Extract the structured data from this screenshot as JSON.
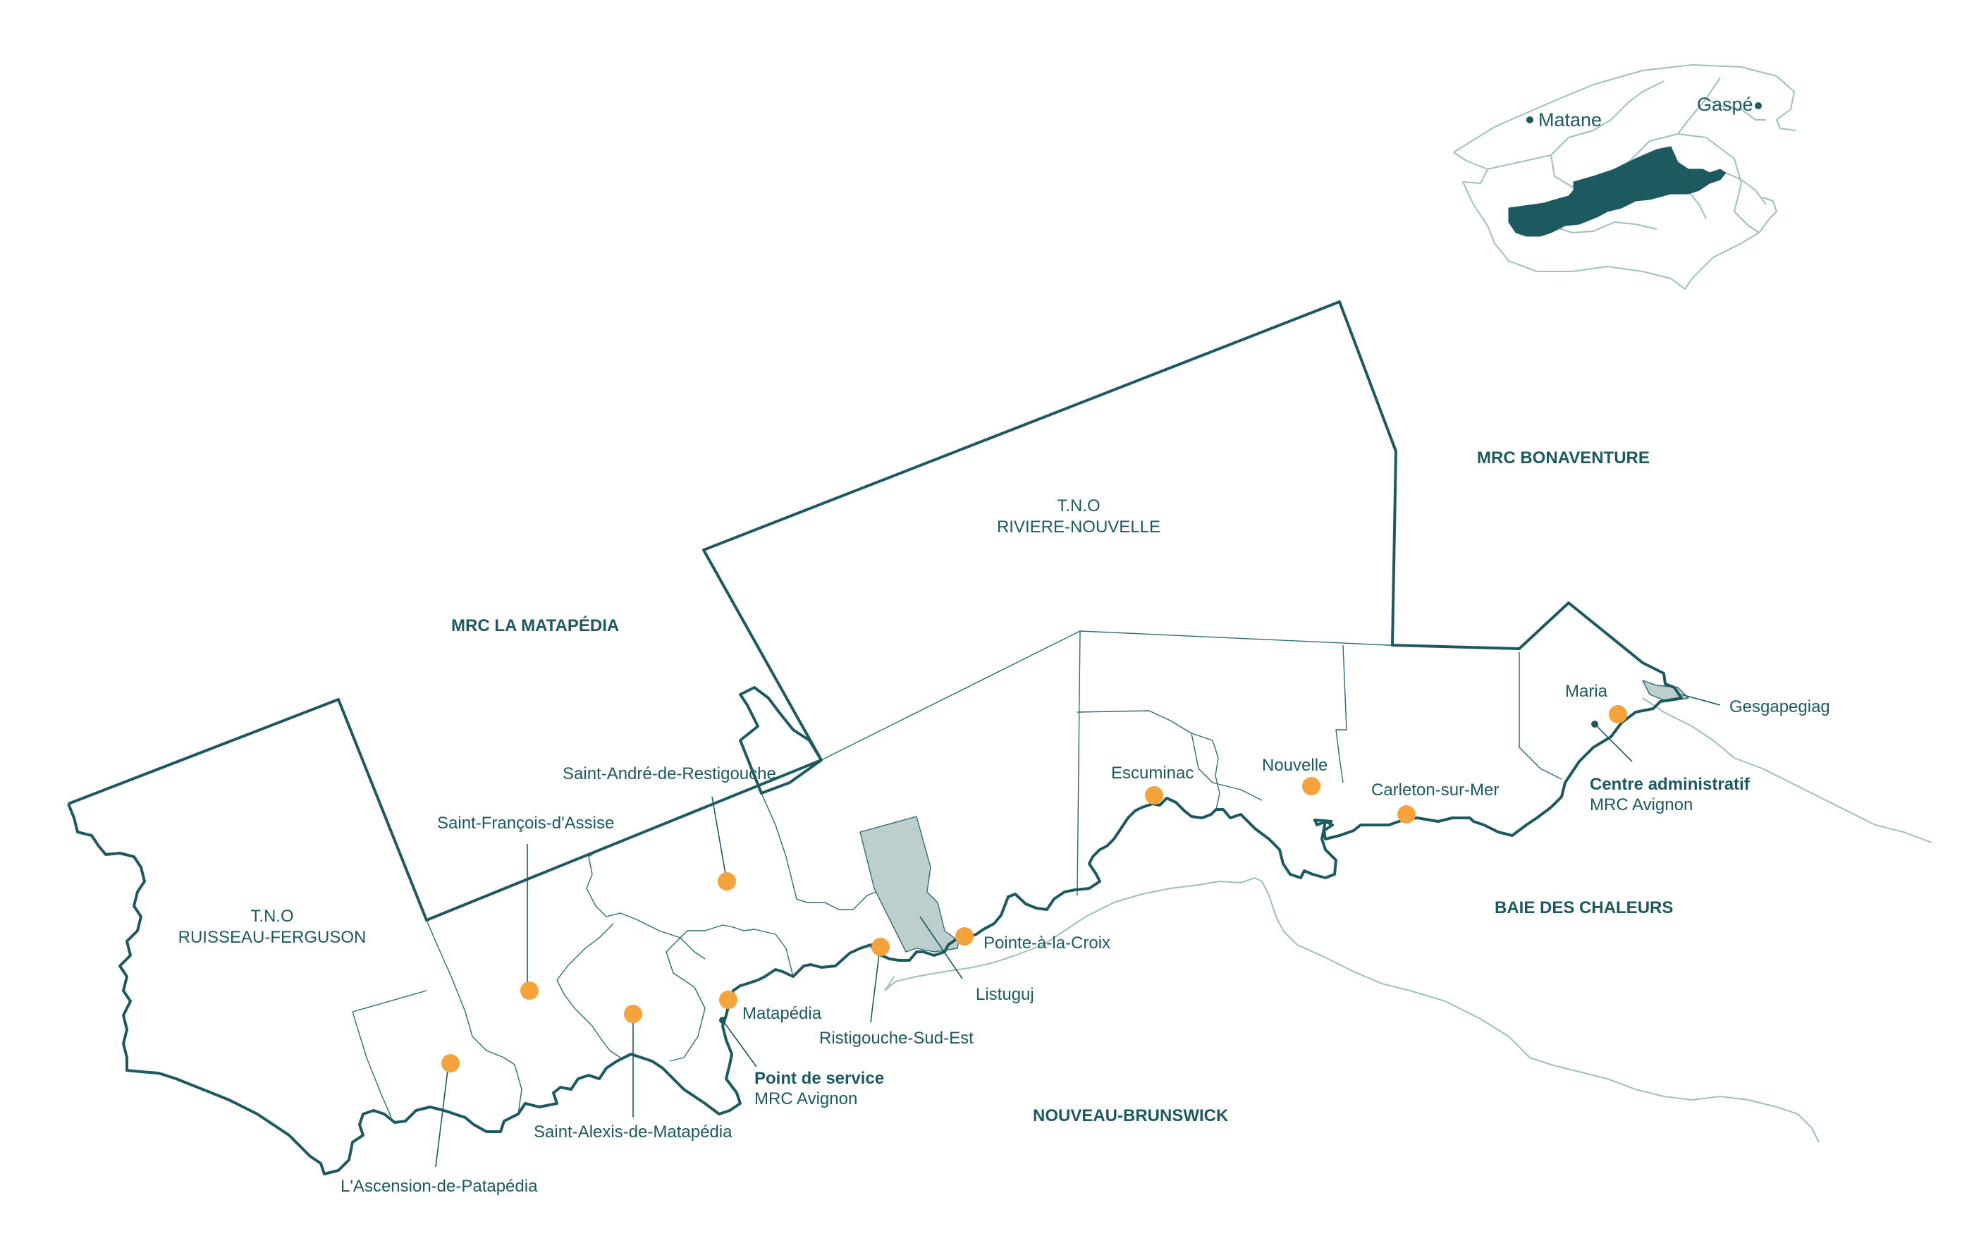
{
  "colors": {
    "boundary": "#1c5a5f",
    "thin_boundary": "#2e6d70",
    "coast": "#9dc0bc",
    "reserve_fill": "#bccfce",
    "municipality_dot": "#f6a33b",
    "inset_highlight": "#1c5a5f",
    "text": "#1c5a5f"
  },
  "regions": {
    "mrc_la_matapedia": "MRC LA MATAPÉDIA",
    "mrc_bonaventure": "MRC BONAVENTURE",
    "baie_des_chaleurs": "BAIE DES CHALEURS",
    "nouveau_brunswick": "NOUVEAU-BRUNSWICK"
  },
  "tno": {
    "riviere_nouvelle": [
      "T.N.O",
      "RIVIERE-NOUVELLE"
    ],
    "ruisseau_ferguson": [
      "T.N.O",
      "RUISSEAU-FERGUSON"
    ]
  },
  "municipalities": {
    "saint_andre": "Saint-André-de-Restigouche",
    "saint_francois": "Saint-François-d'Assise",
    "l_ascension": "L'Ascension-de-Patapédia",
    "saint_alexis": "Saint-Alexis-de-Matapédia",
    "matapedia": "Matapédia",
    "ristigouche": "Ristigouche-Sud-Est",
    "pointe_a_la_croix": "Pointe-à-la-Croix",
    "listuguj": "Listuguj",
    "escuminac": "Escuminac",
    "nouvelle": "Nouvelle",
    "carleton": "Carleton-sur-Mer",
    "maria": "Maria",
    "gesgapegiag": "Gesgapegiag"
  },
  "service_points": {
    "point_de_service": {
      "title": "Point de service",
      "subtitle": "MRC Avignon"
    },
    "centre_administratif": {
      "title": "Centre administratif",
      "subtitle": "MRC Avignon"
    }
  },
  "inset": {
    "matane": "Matane",
    "gaspe": "Gaspé"
  }
}
